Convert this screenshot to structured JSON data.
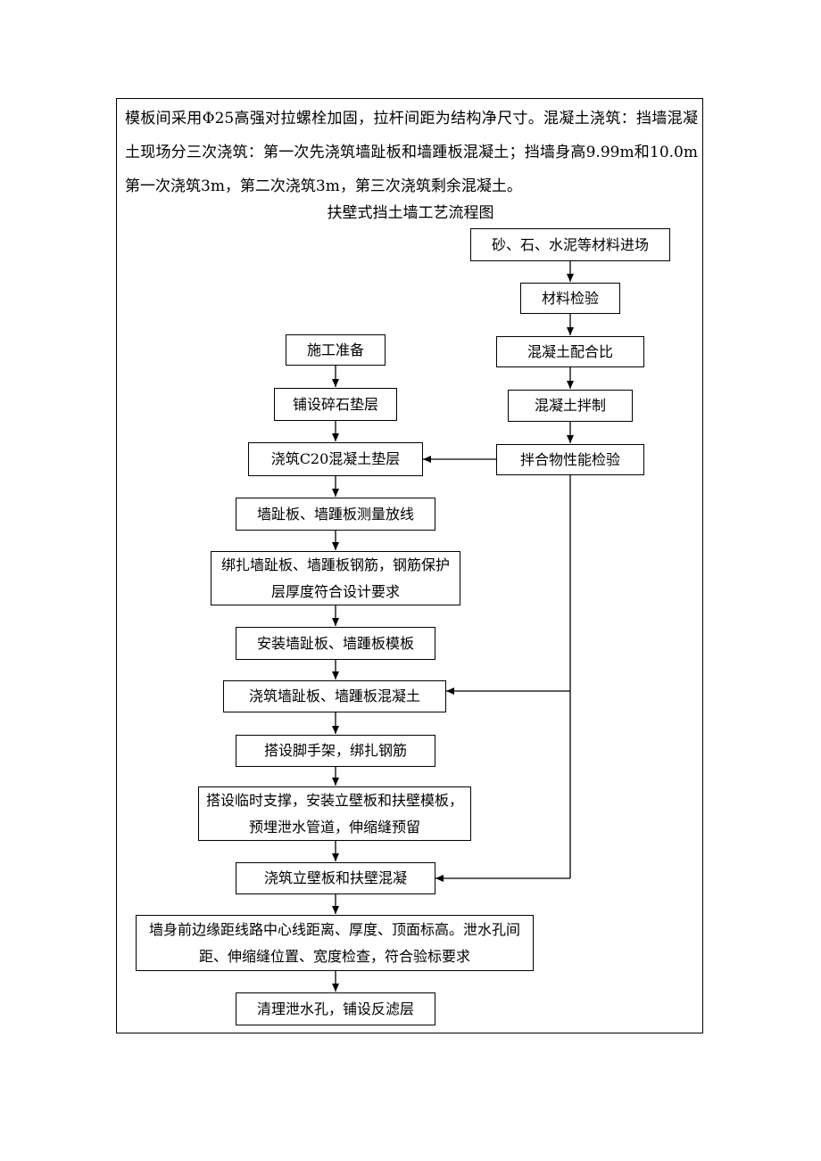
{
  "paragraph": "模板间采用Φ25高强对拉螺栓加固，拉杆间距为结构净尺寸。混凝土浇筑：挡墙混凝土现场分三次浇筑：第一次先浇筑墙趾板和墙踵板混凝土；挡墙身高9.99m和10.0m第一次浇筑3m，第二次浇筑3m，第三次浇筑剩余混凝土。",
  "title": "扶壁式挡土墙工艺流程图",
  "right_column": {
    "materials": "砂、石、水泥等材料进场",
    "inspection": "材料检验",
    "mix_ratio": "混凝土配合比",
    "mixing": "混凝土拌制",
    "property_check": "拌合物性能检验"
  },
  "main_column": {
    "prep": "施工准备",
    "gravel": "铺设碎石垫层",
    "cushion": "浇筑C20混凝土垫层",
    "survey": "墙趾板、墙踵板测量放线",
    "rebar": "绑扎墙趾板、墙踵板钢筋，钢筋保护层厚度符合设计要求",
    "formwork": "安装墙趾板、墙踵板模板",
    "pour_base": "浇筑墙趾板、墙踵板混凝土",
    "scaffold": "搭设脚手架，绑扎钢筋",
    "support": "搭设临时支撑，安装立壁板和扶壁模板，预埋泄水管道，伸缩缝预留",
    "pour_wall": "浇筑立壁板和扶壁混凝",
    "check": "墙身前边缘距线路中心线距离、厚度、顶面标高。泄水孔间距、伸缩缝位置、宽度检查，符合验标要求",
    "drain": "清理泄水孔，铺设反滤层"
  }
}
